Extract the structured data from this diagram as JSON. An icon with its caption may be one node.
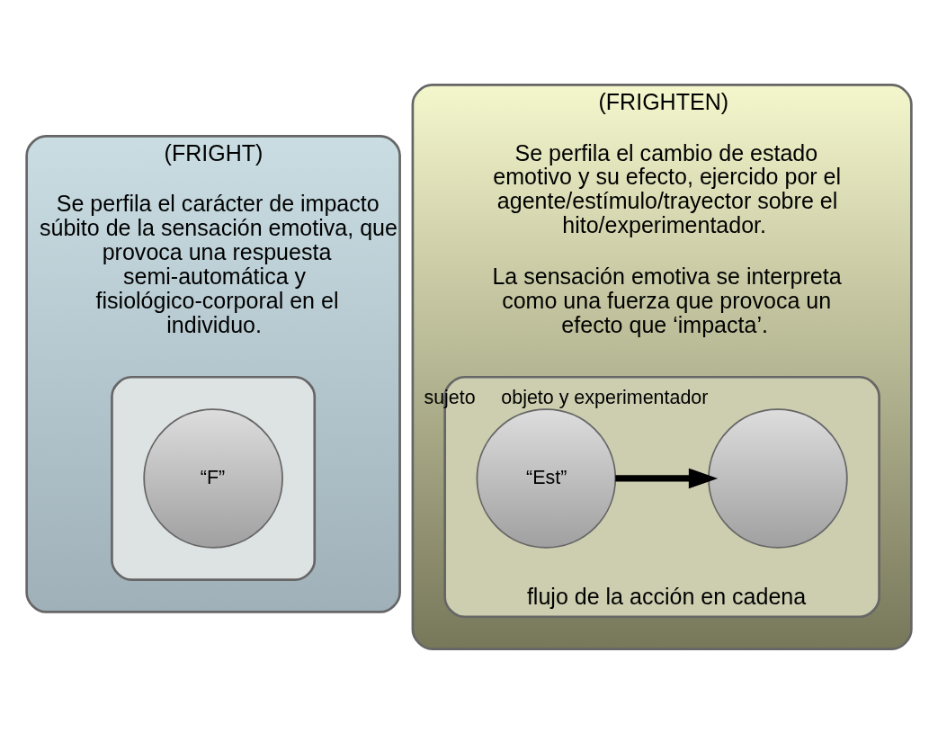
{
  "diagram": {
    "nodes": [
      {
        "text": [
          "(FRIGHT)",
          "Se perfila el carácter de impacto súbito de la sensación emotiva, que provoca una respuesta semi-automática y fisiológico-corporal en el individuo."
        ]
      },
      {
        "text": [],
        "shape": "box",
        "in": 0
      },
      {
        "text": [
          "“F”"
        ],
        "in": 1
      },
      {
        "text": [
          "(FRIGHTEN)",
          "Se perfila el cambio de estado emotivo y su efecto, ejercido por el agente/estímulo/trayector sobre el hito/experimentador.",
          "La sensación emotiva se interpreta como una fuerza que provoca un efecto que ‘impacta’."
        ]
      },
      {
        "text": [
          "flujo de la acción en cadena"
        ],
        "in": 3
      },
      {
        "text": [
          "“Est”"
        ],
        "beside": [
          "sujeto"
        ],
        "in": 4
      },
      {
        "text": [],
        "shape": "circle",
        "beside": [
          "objeto y experimentador"
        ],
        "in": 4
      }
    ],
    "edges": [
      {
        "from": 5,
        "to": 6,
        "arrow": "to"
      }
    ]
  }
}
